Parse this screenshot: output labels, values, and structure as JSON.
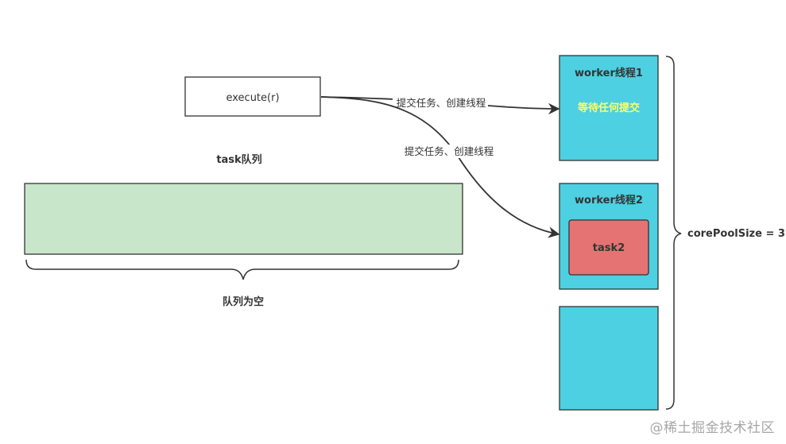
{
  "execute_box": {
    "label": "execute(r)"
  },
  "arrows": {
    "to_worker1": "提交任务、创建线程",
    "to_worker2": "提交任务、创建线程"
  },
  "queue": {
    "title": "task队列",
    "empty_label": "队列为空",
    "fill_color": "#c8e6c9"
  },
  "workers": [
    {
      "title": "worker线程1",
      "status": "等待任何提交"
    },
    {
      "title": "worker线程2",
      "task": "task2"
    },
    {
      "title": ""
    }
  ],
  "pool": {
    "label": "corePoolSize = 3"
  },
  "colors": {
    "worker_fill": "#4dd0e1",
    "task_fill": "#e57373",
    "status_text": "#ffff66",
    "stroke": "#333333"
  },
  "watermark": "@稀土掘金技术社区"
}
